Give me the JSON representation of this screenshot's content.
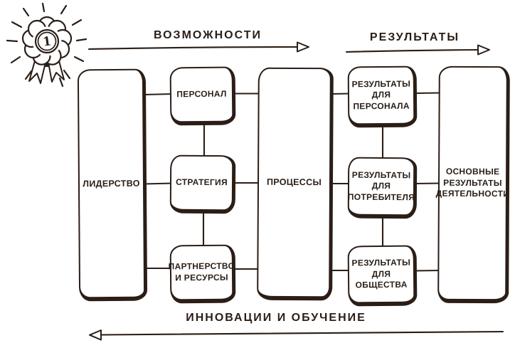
{
  "colors": {
    "ink": "#2a1e16",
    "background": "#ffffff"
  },
  "award": {
    "rank_label": "1"
  },
  "arrows": {
    "top_left": "ВОЗМОЖНОСТИ",
    "top_right": "РЕЗУЛЬТАТЫ",
    "bottom": "ИННОВАЦИИ И ОБУЧЕНИЕ"
  },
  "boxes": {
    "leadership": "ЛИДЕРСТВО",
    "personnel": "ПЕРСОНАЛ",
    "strategy": "СТРАТЕГИЯ",
    "partnership_resources": "ПАРТНЕРСТВО И РЕСУРСЫ",
    "processes": "ПРОЦЕССЫ",
    "results_personnel": "РЕЗУЛЬТАТЫ ДЛЯ ПЕРСОНАЛА",
    "results_consumer": "РЕЗУЛЬТАТЫ ДЛЯ ПОТРЕБИТЕЛЯ",
    "results_society": "РЕЗУЛЬТАТЫ ДЛЯ ОБЩЕСТВА",
    "key_results": "ОСНОВНЫЕ РЕЗУЛЬТАТЫ ДЕЯТЕЛЬНОСТИ"
  }
}
